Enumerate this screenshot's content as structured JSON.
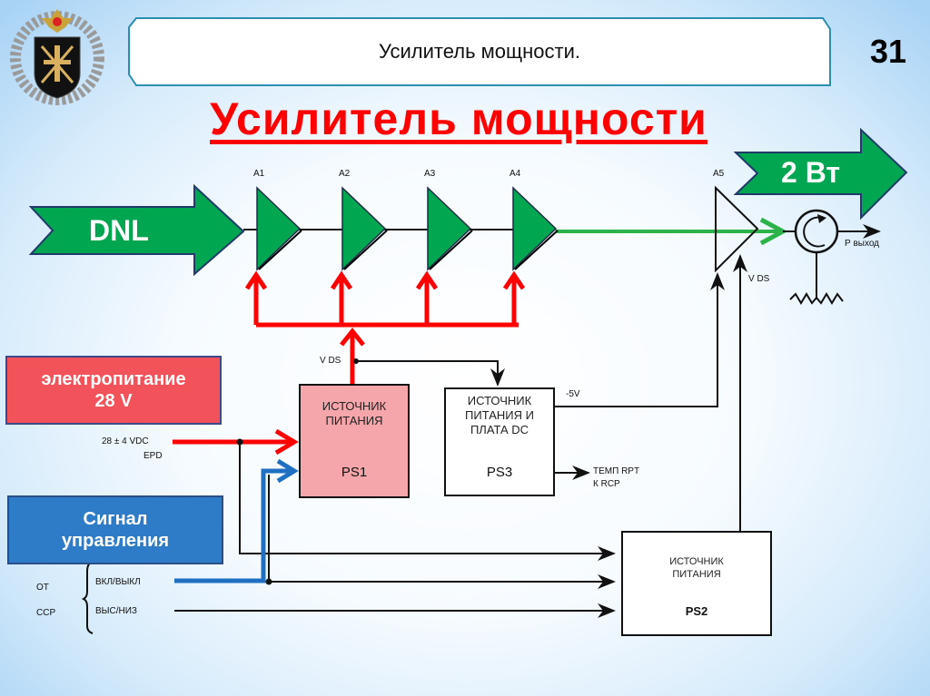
{
  "slide": {
    "title": "Усилитель мощности.",
    "number": "31",
    "heading": "Усилитель мощности"
  },
  "emblem": {
    "icon": "military-emblem-icon"
  },
  "arrows": {
    "input_label": "DNL",
    "output_label": "2 Вт"
  },
  "amplifiers": [
    {
      "id": "A1"
    },
    {
      "id": "A2"
    },
    {
      "id": "A3"
    },
    {
      "id": "A4"
    },
    {
      "id": "A5"
    }
  ],
  "output": {
    "label": "Р выход",
    "vds_label": "V DS"
  },
  "power_info": {
    "line1": "электропитание",
    "line2": "28 V"
  },
  "signal_info": {
    "line1": "Сигнал",
    "line2": "управления"
  },
  "supply_input": {
    "line1": "28 ± 4 VDC",
    "line2": "EPD"
  },
  "blocks": {
    "ps1": {
      "line1": "ИСТОЧНИК",
      "line2": "ПИТАНИЯ",
      "id": "PS1",
      "vds_label": "V DS"
    },
    "ps3": {
      "line1": "ИСТОЧНИК",
      "line2": "ПИТАНИЯ И",
      "line3": "ПЛАТА DC",
      "id": "PS3",
      "neg_label": "-5V"
    },
    "ps2": {
      "line1": "ИСТОЧНИК",
      "line2": "ПИТАНИЯ",
      "id": "PS2"
    }
  },
  "temp_output": {
    "line1": "ТЕМП RPT",
    "line2": "К RCP"
  },
  "control": {
    "source_line1": "ОТ",
    "source_line2": "CCP",
    "signals": [
      "ВКЛ/ВЫКЛ",
      "ВЫС/НИЗ"
    ]
  },
  "colors": {
    "green": "#00a650",
    "red": "#ff0000",
    "blue": "#1f6fc2",
    "heading_red": "#ff0000",
    "ps1_fill": "#f4a6aa"
  }
}
